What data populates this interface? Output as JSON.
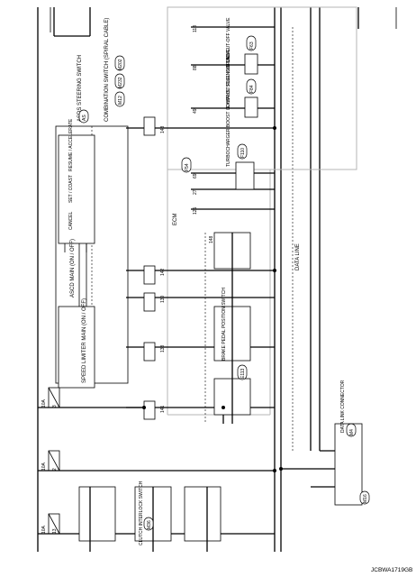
{
  "fuses": [
    {
      "amp": "10A",
      "num": "3"
    },
    {
      "amp": "10A",
      "num": "2"
    },
    {
      "amp": "10A",
      "num": "13"
    }
  ],
  "connectors": {
    "ecm": "ECM",
    "ecm_code": "F54",
    "combination_switch": "COMBINATION SWITCH (SPIRAL CABLE)",
    "combination_switch_codes": [
      "M202",
      "M232"
    ],
    "combination_switch_code2": "M12",
    "asds": "ASDS STEERING SWITCH",
    "asds_code": "AS",
    "dlc": "DATA LINK CONNECTOR",
    "dlc_code": "M4",
    "dlc_code2": "M16",
    "fuel_cutoff": "FUEL CUT-OFF VALVE",
    "fuel_cutoff_code": "F63",
    "exhaust_fuel": "EXHAUST FUEL INJECTOR",
    "exhaust_fuel_code": "F84",
    "turbo": "TURBOCHARGER BOOST CONTROL SOLENOID VALVE",
    "turbo_code": "F110",
    "brake_pedal": "BRAKE PEDAL POSITION SWITCH",
    "brake_pedal_code": "E113",
    "clutch": "CLUTCH INTERLOCK SWITCH",
    "clutch_code": "M36"
  },
  "switches": {
    "speed_limiter": "SPEED LIMITER MAIN (ON / OFF)",
    "ascd_main": "ASCD MAIN (ON / OFF)",
    "cancel": "CANCEL",
    "set_coast": "SET / COAST",
    "resume_accel": "RESUME / ACCELERATE"
  },
  "labels": {
    "data_line": "DATA LINE",
    "footer_code": "JCBWA1719GB"
  },
  "ecm_pins_top": [
    "141",
    "138",
    "130",
    "142",
    "143"
  ],
  "ecm_pins_right": [
    "113",
    "88",
    "49",
    "69",
    "27",
    "125"
  ],
  "ecm_pins_bottom": [
    "148"
  ]
}
